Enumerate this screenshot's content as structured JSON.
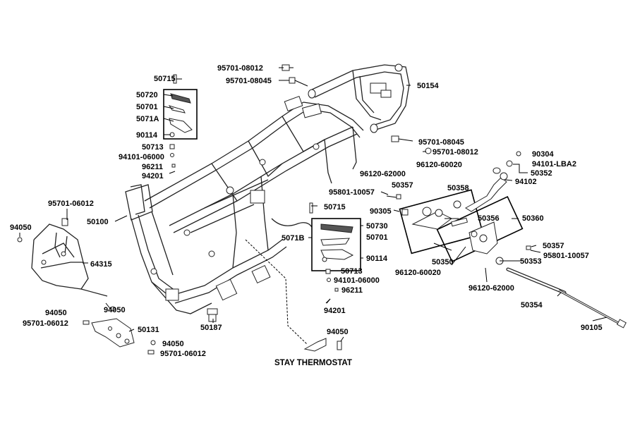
{
  "labels": {
    "p50715a": "50715",
    "p50720": "50720",
    "p50701a": "50701",
    "p5071A": "5071A",
    "p90114a": "90114",
    "p50713a": "50713",
    "p94101a": "94101-06000",
    "p96211a": "96211",
    "p94201a": "94201",
    "p95701_08012a": "95701-08012",
    "p95701_08045a": "95701-08045",
    "p50154": "50154",
    "p95701_08045b": "95701-08045",
    "p95701_08012b": "95701-08012",
    "p90304": "90304",
    "p94101_LBA2": "94101-LBA2",
    "p50352": "50352",
    "p96120_62000a": "96120-62000",
    "p96120_60020a": "96120-60020",
    "p94102": "94102",
    "p95801_10057a": "95801-10057",
    "p50357a": "50357",
    "p50358": "50358",
    "p95701_06012a": "95701-06012",
    "p94050a": "94050",
    "p50100": "50100",
    "p50715b": "50715",
    "p90305": "90305",
    "p50356": "50356",
    "p50360": "50360",
    "p50730": "50730",
    "p50701b": "50701",
    "p5071B": "5071B",
    "p90114b": "90114",
    "p64315": "64315",
    "p50350": "50350",
    "p50357b": "50357",
    "p95801_10057b": "95801-10057",
    "p96120_60020b": "96120-60020",
    "p50353": "50353",
    "p50713b": "50713",
    "p94101b": "94101-06000",
    "p96211b": "96211",
    "p96120_62000b": "96120-62000",
    "p94201b": "94201",
    "p50354": "50354",
    "p94050b": "94050",
    "p94050c": "94050",
    "p95701_06012b": "95701-06012",
    "p50131": "50131",
    "p50187": "50187",
    "p94050d": "94050",
    "p94050e": "94050",
    "p95701_06012c": "95701-06012",
    "p90105": "90105",
    "stay_thermostat": "STAY THERMOSTAT"
  }
}
